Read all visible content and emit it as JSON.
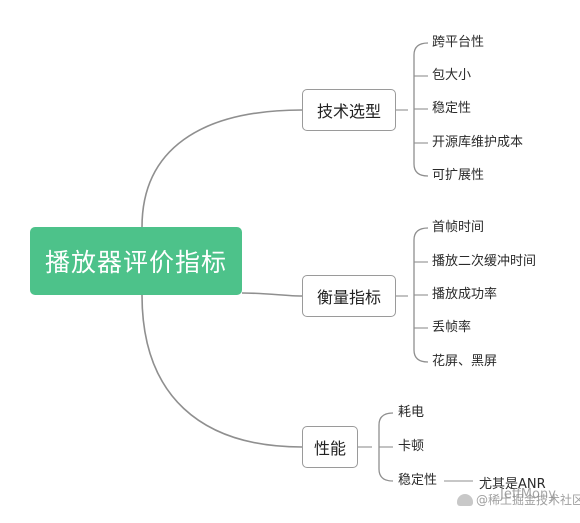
{
  "root": {
    "label": "播放器评价指标"
  },
  "branches": [
    {
      "label": "技术选型",
      "items": [
        "跨平台性",
        "包大小",
        "稳定性",
        "开源库维护成本",
        "可扩展性"
      ]
    },
    {
      "label": "衡量指标",
      "items": [
        "首帧时间",
        "播放二次缓冲时间",
        "播放成功率",
        "丢帧率",
        "花屏、黑屏"
      ]
    },
    {
      "label": "性能",
      "items": [
        "耗电",
        "卡顿",
        "稳定性"
      ],
      "note": "尤其是ANR"
    }
  ],
  "watermark": {
    "text": "@稀土掘金技术社区",
    "overlay": "JeffMony"
  }
}
